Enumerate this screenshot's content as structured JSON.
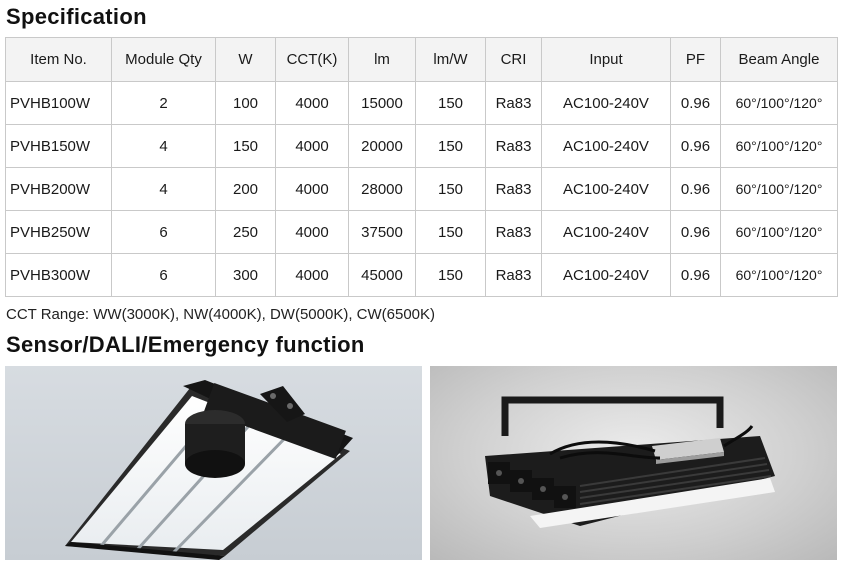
{
  "headings": {
    "specification": "Specification",
    "sensor": "Sensor/DALI/Emergency function"
  },
  "table": {
    "columns": [
      "Item No.",
      "Module Qty",
      "W",
      "CCT(K)",
      "lm",
      "lm/W",
      "CRI",
      "Input",
      "PF",
      "Beam Angle"
    ],
    "rows": [
      [
        "PVHB100W",
        "2",
        "100",
        "4000",
        "15000",
        "150",
        "Ra83",
        "AC100-240V",
        "0.96",
        "60°/100°/120°"
      ],
      [
        "PVHB150W",
        "4",
        "150",
        "4000",
        "20000",
        "150",
        "Ra83",
        "AC100-240V",
        "0.96",
        "60°/100°/120°"
      ],
      [
        "PVHB200W",
        "4",
        "200",
        "4000",
        "28000",
        "150",
        "Ra83",
        "AC100-240V",
        "0.96",
        "60°/100°/120°"
      ],
      [
        "PVHB250W",
        "6",
        "250",
        "4000",
        "37500",
        "150",
        "Ra83",
        "AC100-240V",
        "0.96",
        "60°/100°/120°"
      ],
      [
        "PVHB300W",
        "6",
        "300",
        "4000",
        "45000",
        "150",
        "Ra83",
        "AC100-240V",
        "0.96",
        "60°/100°/120°"
      ]
    ]
  },
  "cct_range": "CCT Range: WW(3000K), NW(4000K), DW(5000K), CW(6500K)"
}
